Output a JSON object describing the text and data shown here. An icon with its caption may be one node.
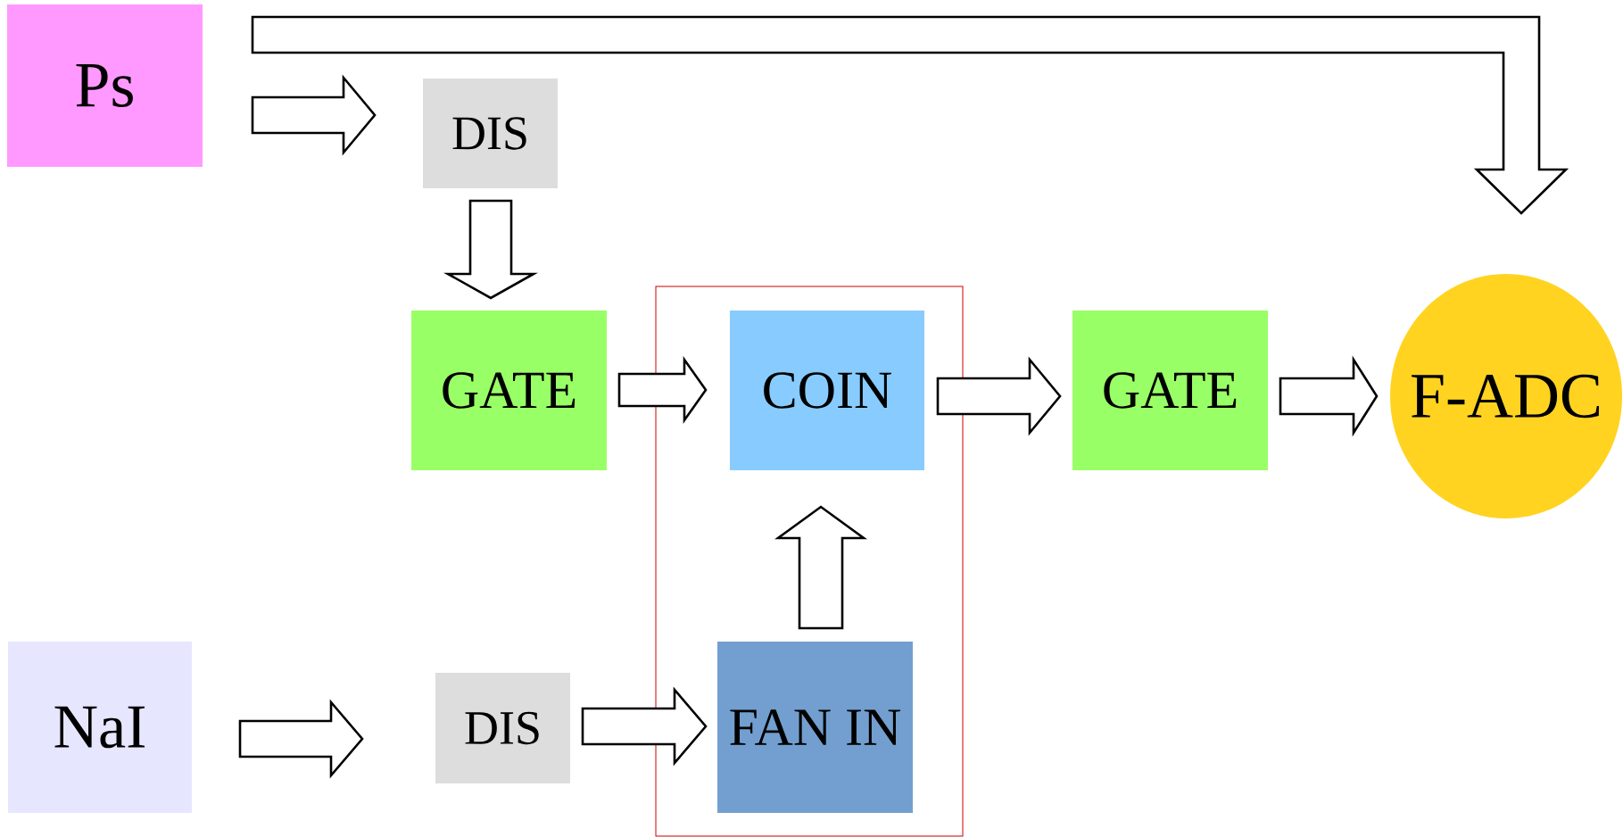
{
  "diagram": {
    "nodes": [
      {
        "text": [
          "Ps"
        ]
      },
      {
        "text": [
          "DIS"
        ]
      },
      {
        "text": [
          "GATE"
        ]
      },
      {
        "text": [
          "COIN"
        ]
      },
      {
        "text": [
          "GATE"
        ]
      },
      {
        "text": [
          "F-ADC"
        ]
      },
      {
        "text": [
          "NaI"
        ]
      },
      {
        "text": [
          "DIS"
        ]
      },
      {
        "text": [
          "FAN IN"
        ]
      }
    ],
    "edges": [
      {
        "from": 0,
        "to": 5,
        "arrow": "to"
      },
      {
        "from": 0,
        "to": 1,
        "arrow": "to"
      },
      {
        "from": 1,
        "to": 2,
        "arrow": "to"
      },
      {
        "from": 2,
        "to": 3,
        "arrow": "to"
      },
      {
        "from": 3,
        "to": 4,
        "arrow": "to"
      },
      {
        "from": 4,
        "to": 5,
        "arrow": "to"
      },
      {
        "from": 6,
        "to": 7,
        "arrow": "to"
      },
      {
        "from": 7,
        "to": 8,
        "arrow": "to"
      },
      {
        "from": 8,
        "to": 3,
        "arrow": "to"
      }
    ]
  }
}
